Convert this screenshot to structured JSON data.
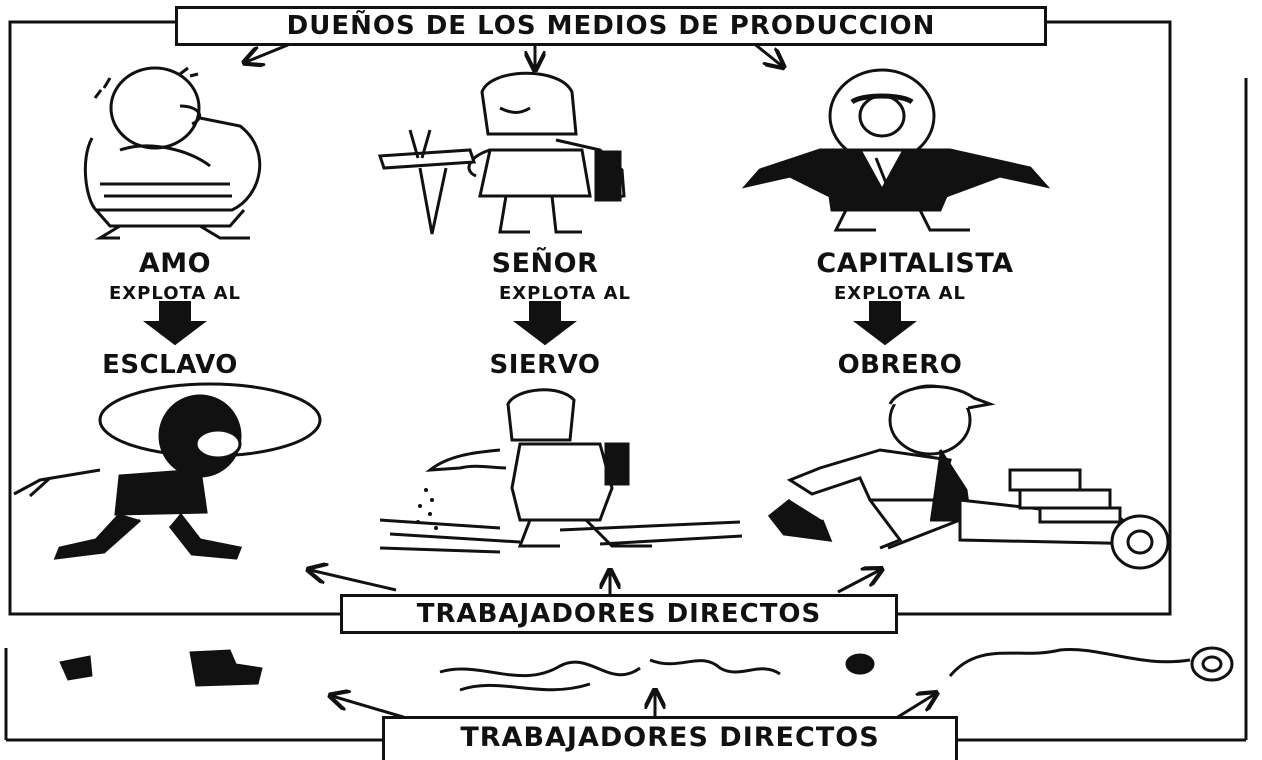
{
  "top_title": "DUEÑOS DE LOS MEDIOS DE PRODUCCION",
  "columns": [
    {
      "owner": "AMO",
      "verb": "EXPLOTA AL",
      "worker": "ESCLAVO"
    },
    {
      "owner": "SEÑOR",
      "verb": "EXPLOTA AL",
      "worker": "SIERVO"
    },
    {
      "owner": "CAPITALISTA",
      "verb": "EXPLOTA AL",
      "worker": "OBRERO"
    }
  ],
  "bottom_label": "TRABAJADORES DIRECTOS",
  "bottom_label_repeat": "TRABAJADORES DIRECTOS"
}
